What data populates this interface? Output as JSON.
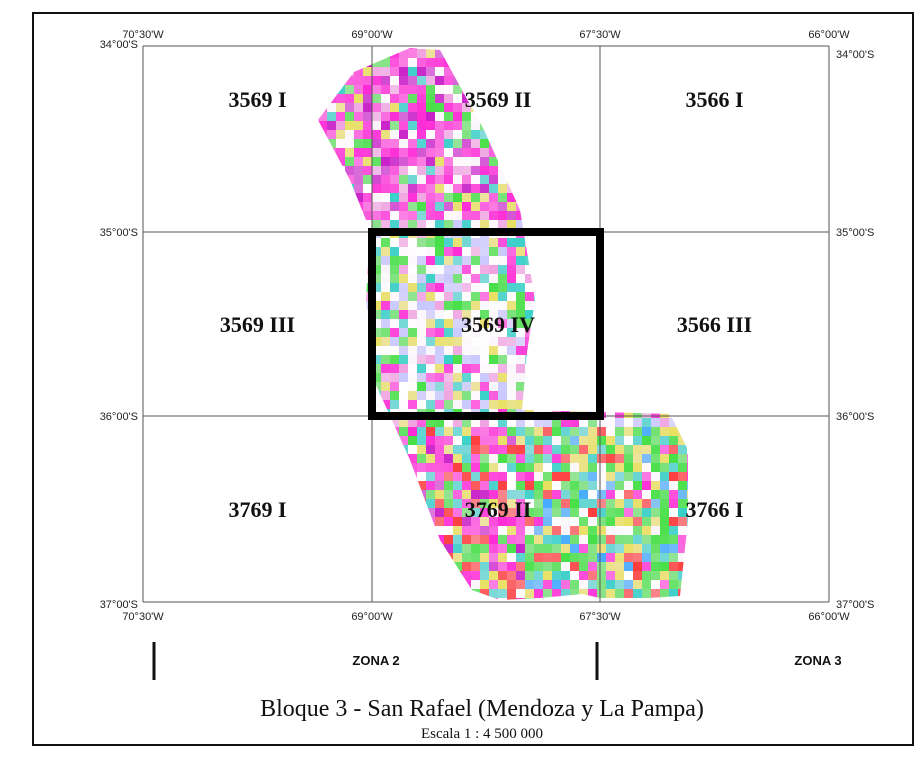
{
  "map": {
    "top_longitudes": [
      "70°30'W",
      "69°00'W",
      "67°30'W",
      "66°00'W"
    ],
    "bottom_longitudes": [
      "70°30'W",
      "69°00'W",
      "67°30'W",
      "66°00'W"
    ],
    "left_latitudes": [
      "34°00'S",
      "35°00'S",
      "36°00'S",
      "37°00'S"
    ],
    "right_latitudes": [
      "34°00'S",
      "35°00'S",
      "36°00'S",
      "37°00'S"
    ],
    "sheets": [
      [
        "3569 I",
        "3569 II",
        "3566 I"
      ],
      [
        "3569 III",
        "3569 IV",
        "3566 III"
      ],
      [
        "3769 I",
        "3769 II",
        "3766 I"
      ]
    ],
    "highlighted_sheet": "3569 IV",
    "zones": [
      "ZONA 2",
      "ZONA 3"
    ],
    "title": "Bloque 3 - San Rafael (Mendoza y La Pampa)",
    "scale": "Escala 1 : 4 500 000",
    "colors": {
      "frame": "#111111",
      "grid": "#555555",
      "highlight": "#000000",
      "imagery": [
        "#ff2bd6",
        "#c81ec8",
        "#ff3a3a",
        "#e8e060",
        "#3ad0c8",
        "#3aa8ff",
        "#48e048",
        "#ffffff",
        "#f0a0e0",
        "#c8c8ff"
      ]
    }
  }
}
